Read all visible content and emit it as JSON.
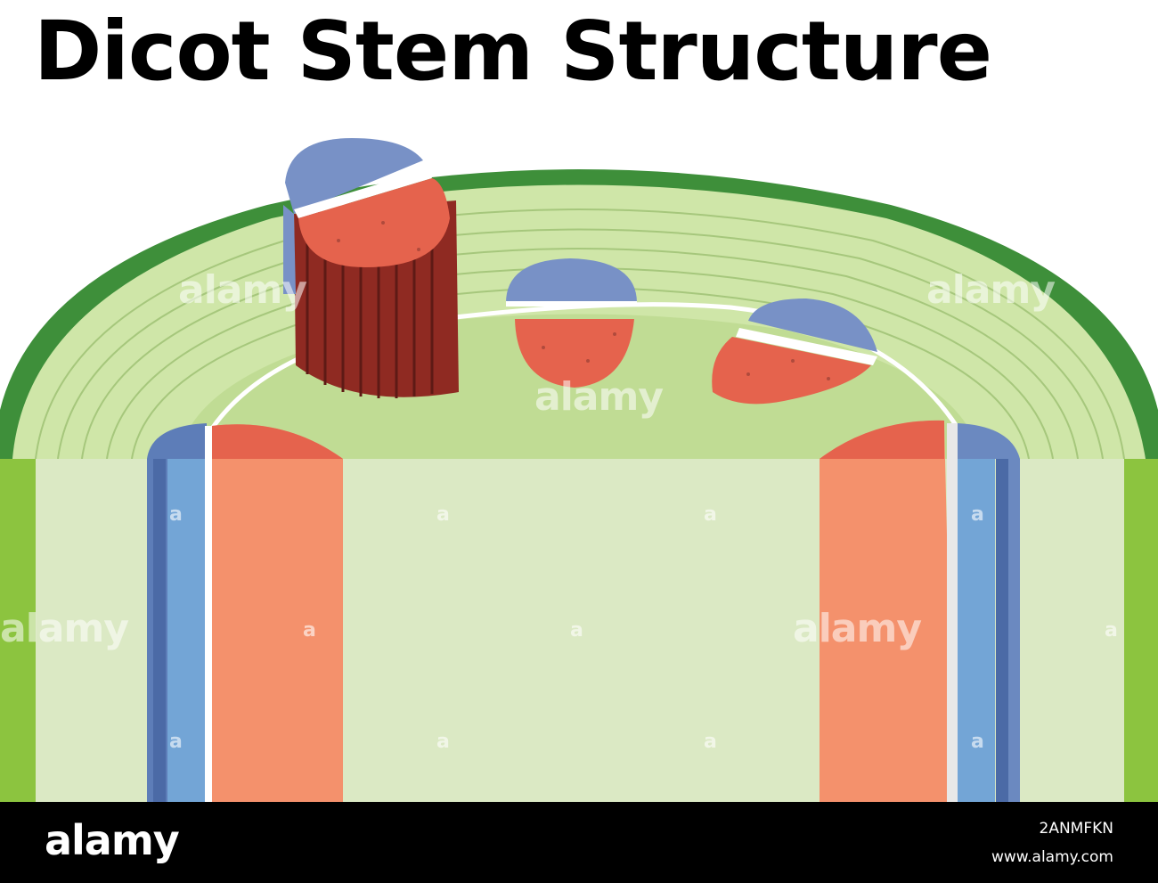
{
  "title": "Dicot Stem Structure",
  "watermark": {
    "logo": "alamy",
    "small": "a"
  },
  "footer": {
    "logo": "alamy",
    "image_id": "2ANMFKN",
    "url": "www.alamy.com"
  },
  "colors": {
    "epidermis": "#3e8f3a",
    "cortex": "#cfe6a8",
    "pith": "#c0dc94",
    "stem_side": "#dbe9c4",
    "outer_side": "#8cc43f",
    "phloem": "#7891c6",
    "xylem": "#e5634d",
    "xylem_dark": "#8f2a22",
    "side_xylem": "#f4916c",
    "side_phloem": "#73a5d6",
    "cambium": "#ffffff"
  }
}
